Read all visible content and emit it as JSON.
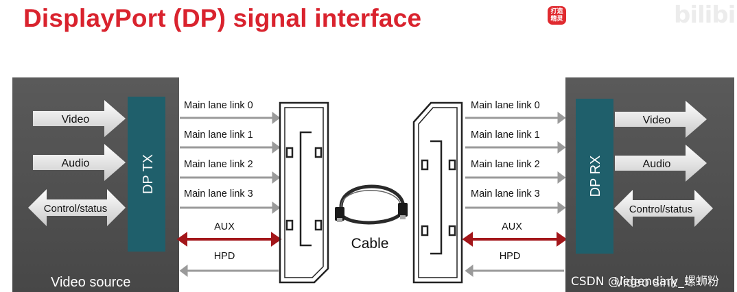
{
  "title": "DisplayPort (DP) signal interface",
  "logo_text": "打造精灵",
  "bili_text": "bilibili",
  "watermark": "CSDN @legendary_螺蛳粉",
  "left_box": {
    "label": "Video source",
    "chip": "DP TX",
    "arrows": [
      "Video",
      "Audio",
      "Control/status"
    ]
  },
  "right_box": {
    "label": "Video sink",
    "chip": "DP RX",
    "arrows": [
      "Video",
      "Audio",
      "Control/status"
    ]
  },
  "links_left": [
    "Main lane link 0",
    "Main lane link 1",
    "Main lane link 2",
    "Main lane link 3",
    "AUX",
    "HPD"
  ],
  "links_right": [
    "Main lane link 0",
    "Main lane link 1",
    "Main lane link 2",
    "Main lane link 3",
    "AUX",
    "HPD"
  ],
  "cable_label": "Cable",
  "colors": {
    "title": "#d9232e",
    "box": "#505050",
    "chip": "#1f5f6b",
    "aux": "#a3161a"
  }
}
